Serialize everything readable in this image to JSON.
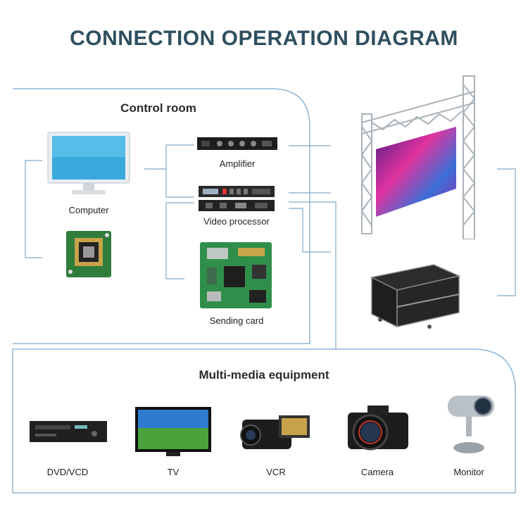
{
  "title": "CONNECTION OPERATION DIAGRAM",
  "control_room": {
    "title": "Control room",
    "computer_label": "Computer",
    "amplifier_label": "Amplifier",
    "video_processor_label": "Video processor",
    "sending_card_label": "Sending card"
  },
  "multimedia": {
    "title": "Multi-media equipment",
    "items": [
      {
        "label": "DVD/VCD"
      },
      {
        "label": "TV"
      },
      {
        "label": "VCR"
      },
      {
        "label": "Camera"
      },
      {
        "label": "Monitor"
      }
    ]
  },
  "colors": {
    "title": "#2f4f5f",
    "border": "#8fb6d6",
    "connector": "#7fa8c9"
  }
}
